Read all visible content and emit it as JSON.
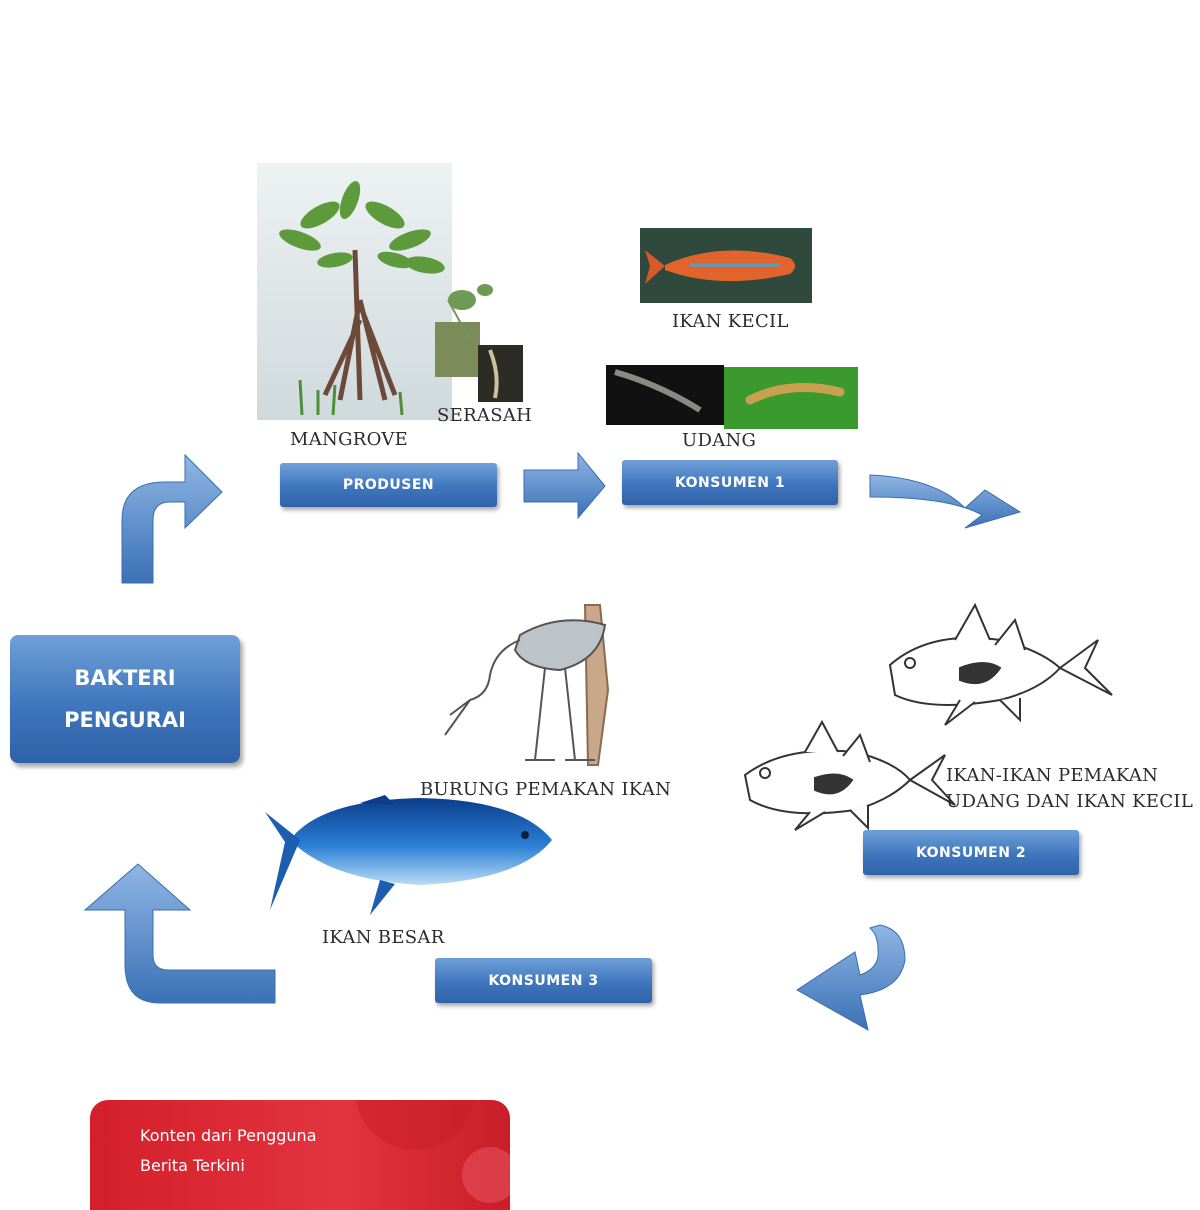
{
  "labels": {
    "mangrove": "MANGROVE",
    "serasah": "SERASAH",
    "ikan_kecil": "IKAN KECIL",
    "udang": "UDANG",
    "burung": "BURUNG PEMAKAN IKAN",
    "ikan_pemakan_line1": "IKAN-IKAN PEMAKAN",
    "ikan_pemakan_line2": "UDANG DAN IKAN KECIL",
    "ikan_besar": "IKAN BESAR"
  },
  "boxes": {
    "produsen": "PRODUSEN",
    "konsumen1": "KONSUMEN 1",
    "konsumen2": "KONSUMEN 2",
    "konsumen3": "KONSUMEN 3",
    "bakteri_line1": "BAKTERI",
    "bakteri_line2": "PENGURAI"
  },
  "footer": {
    "line1": "Konten dari Pengguna",
    "line2": "Berita Terkini"
  },
  "colors": {
    "box_blue": "#3f76bd",
    "arrow_blue": "#4f86c6",
    "footer_red": "#d41f2a"
  }
}
